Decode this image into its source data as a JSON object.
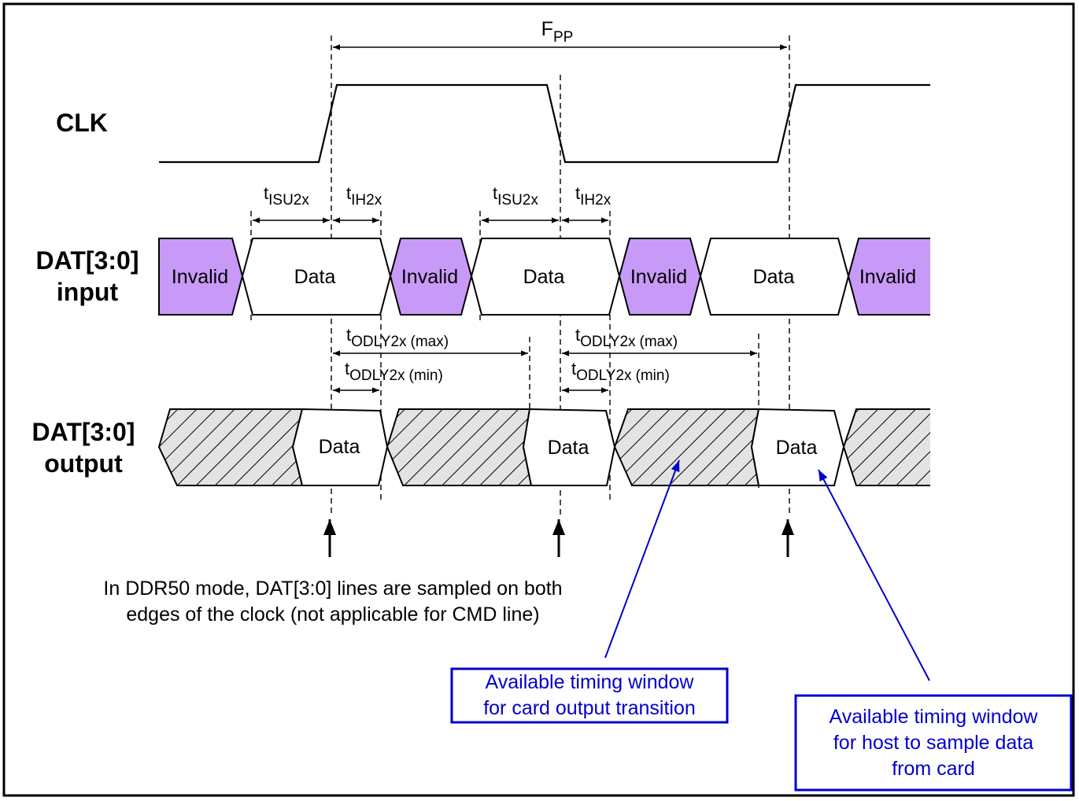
{
  "colors": {
    "invalid_fill": "#c89af7",
    "hatch_fill": "#e3e3e3",
    "callout": "#0000cc",
    "line": "#000000"
  },
  "signals": {
    "clk": "CLK",
    "dat_in_line1": "DAT[3:0]",
    "dat_in_line2": "input",
    "dat_out_line1": "DAT[3:0]",
    "dat_out_line2": "output"
  },
  "period": {
    "base": "F",
    "sub": "PP"
  },
  "input_segments": [
    "Invalid",
    "Data",
    "Invalid",
    "Data",
    "Invalid",
    "Data",
    "Invalid"
  ],
  "output_data_labels": [
    "Data",
    "Data",
    "Data"
  ],
  "timing": {
    "setup": {
      "base": "t",
      "sub": "ISU2x"
    },
    "hold": {
      "base": "t",
      "sub": "IH2x"
    },
    "odly_max": {
      "base": "t",
      "sub": "ODLY2x",
      "note": "(max)"
    },
    "odly_min": {
      "base": "t",
      "sub": "ODLY2x",
      "note": "(min)"
    }
  },
  "sampling_note": {
    "line1": "In DDR50 mode, DAT[3:0] lines are sampled on both",
    "line2": "edges of the clock (not applicable for CMD line)"
  },
  "callout_card": {
    "line1": "Available timing window",
    "line2": "for card output transition"
  },
  "callout_host": {
    "line1": "Available timing window",
    "line2": "for host to sample data",
    "line3": "from card"
  }
}
